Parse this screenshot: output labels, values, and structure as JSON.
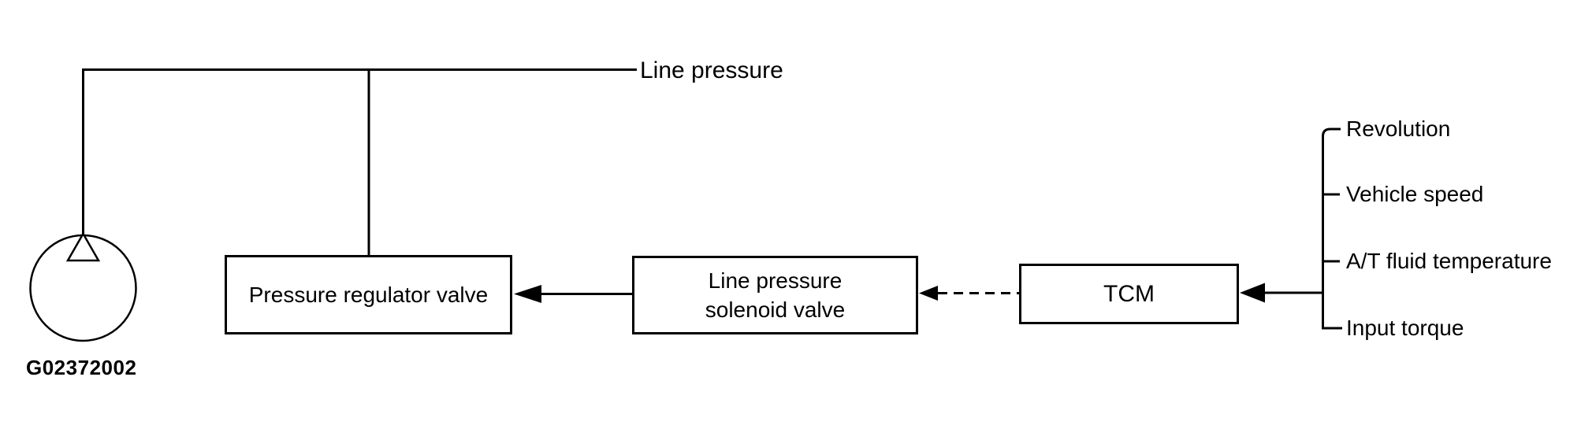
{
  "diagram": {
    "figure_id": "G02372002",
    "line_label": "Line pressure",
    "boxes": {
      "regulator": {
        "label": "Pressure regulator valve"
      },
      "solenoid": {
        "line1": "Line pressure",
        "line2": "solenoid valve"
      },
      "tcm": {
        "label": "TCM"
      }
    },
    "tcm_inputs": [
      {
        "label": "Revolution"
      },
      {
        "label": "Vehicle speed"
      },
      {
        "label": "A/T fluid temperature"
      },
      {
        "label": "Input torque"
      }
    ],
    "colors": {
      "ink": "#000000",
      "background": "#ffffff"
    }
  }
}
